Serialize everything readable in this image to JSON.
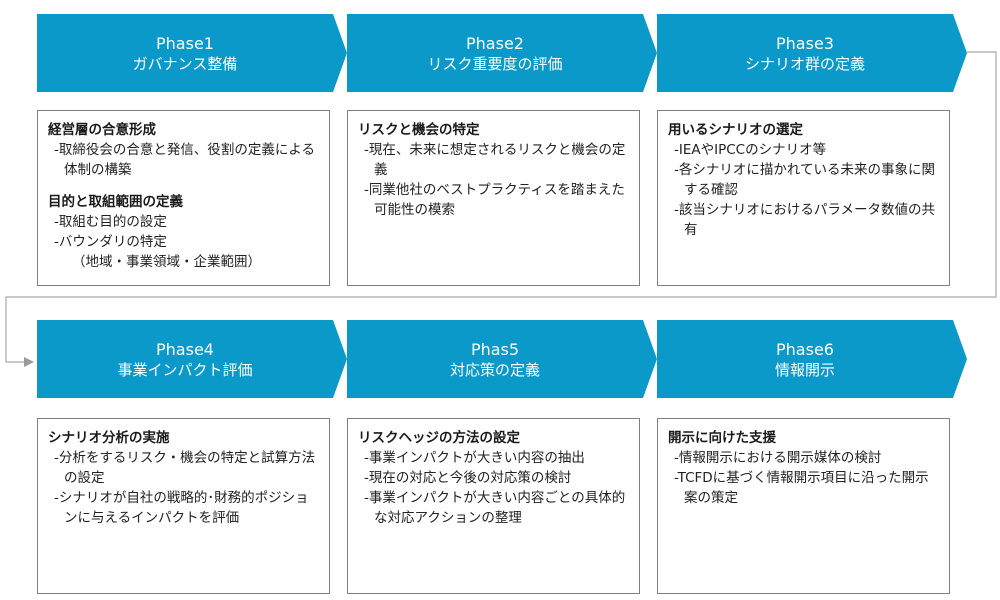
{
  "colors": {
    "chevron": "#0a99c9",
    "border": "#808080",
    "connector": "#a9a9a9"
  },
  "phases": [
    {
      "phase": "Phase1",
      "name": "ガバナンス整備",
      "sections": [
        {
          "title": "経営層の合意形成",
          "items": [
            "-取締役会の合意と発信、役割の定義による体制の構築"
          ]
        },
        {
          "title": "目的と取組範囲の定義",
          "items": [
            "-取組む目的の設定",
            "-バウンダリの特定",
            "（地域・事業領域・企業範囲）"
          ]
        }
      ]
    },
    {
      "phase": "Phase2",
      "name": "リスク重要度の評価",
      "sections": [
        {
          "title": "リスクと機会の特定",
          "items": [
            "-現在、未来に想定されるリスクと機会の定義",
            "-同業他社のベストプラクティスを踏まえた可能性の模索"
          ]
        }
      ]
    },
    {
      "phase": "Phase3",
      "name": "シナリオ群の定義",
      "sections": [
        {
          "title": "用いるシナリオの選定",
          "items": [
            "-IEAやIPCCのシナリオ等",
            "-各シナリオに描かれている未来の事象に関する確認",
            "-該当シナリオにおけるパラメータ数値の共有"
          ]
        }
      ]
    },
    {
      "phase": "Phase4",
      "name": "事業インパクト評価",
      "sections": [
        {
          "title": "シナリオ分析の実施",
          "items": [
            "-分析をするリスク・機会の特定と試算方法の設定",
            "-シナリオが自社の戦略的･財務的ポジションに与えるインパクトを評価"
          ]
        }
      ]
    },
    {
      "phase": "Phas5",
      "name": "対応策の定義",
      "sections": [
        {
          "title": "リスクヘッジの方法の設定",
          "items": [
            "-事業インパクトが大きい内容の抽出",
            "-現在の対応と今後の対応策の検討",
            "-事業インパクトが大きい内容ごとの具体的な対応アクションの整理"
          ]
        }
      ]
    },
    {
      "phase": "Phase6",
      "name": "情報開示",
      "sections": [
        {
          "title": "開示に向けた支援",
          "items": [
            "-情報開示における開示媒体の検討",
            "-TCFDに基づく情報開示項目に沿った開示案の策定"
          ]
        }
      ]
    }
  ]
}
